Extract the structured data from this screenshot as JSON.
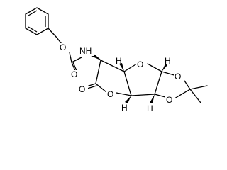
{
  "structure": {
    "atoms": {
      "nh": "NH",
      "o_carbamate_ester": "O",
      "o_carbamate_carbonyl": "O",
      "o_furanose_ring": "O",
      "o_acetonide_top": "O",
      "o_acetonide_bottom": "O",
      "o_lactone_ring": "O",
      "o_lactone_carbonyl": "O",
      "h_top": "H",
      "h_bottom_left": "H",
      "h_bottom_right": "H",
      "h_anomeric": "H"
    },
    "colors": {
      "bond": "#000000",
      "background": "#ffffff"
    }
  }
}
